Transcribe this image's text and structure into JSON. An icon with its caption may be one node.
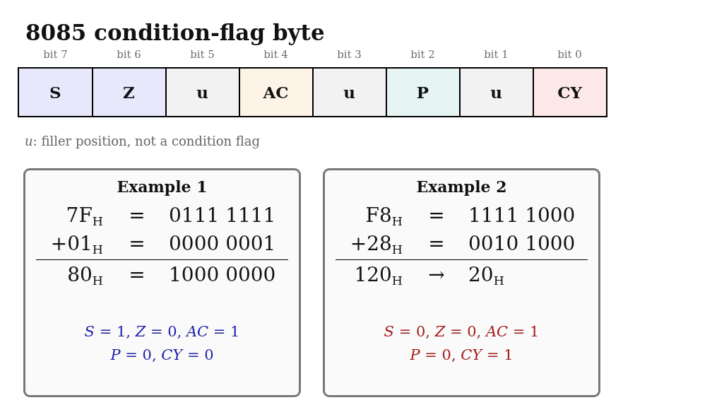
{
  "diagram": {
    "title": "8085 condition-flag byte",
    "nodes": [
      {
        "text": [
          "S"
        ],
        "beside": [
          "bit 7"
        ]
      },
      {
        "text": [
          "Z"
        ],
        "beside": [
          "bit 6"
        ]
      },
      {
        "text": [
          "u"
        ],
        "beside": [
          "bit 5"
        ]
      },
      {
        "text": [
          "AC"
        ],
        "beside": [
          "bit 4"
        ]
      },
      {
        "text": [
          "u"
        ],
        "beside": [
          "bit 3"
        ]
      },
      {
        "text": [
          "P"
        ],
        "beside": [
          "bit 2"
        ]
      },
      {
        "text": [
          "u"
        ],
        "beside": [
          "bit 1"
        ]
      },
      {
        "text": [
          "CY"
        ],
        "beside": [
          "bit 0"
        ]
      },
      {
        "text": [
          "Example 1",
          "7F$_{H}$",
          "=",
          "0111 1111",
          "+01$_{H}$",
          "=",
          "0000 0001",
          "80$_{H}$",
          "=",
          "1000 0000",
          "*S* = 1, *Z* = 0, *AC* = 1",
          "*P* = 0, *CY* = 0"
        ]
      },
      {
        "text": [
          "Example 2",
          "F8$_{H}$",
          "=",
          "1111 1000",
          "+28$_{H}$",
          "=",
          "0010 1000",
          "120$_{H}$",
          "→",
          "20$_{H}$",
          "*S* = 0, *Z* = 0, *AC* = 1",
          "*P* = 0, *CY* = 1"
        ]
      }
    ],
    "edges": [],
    "labels": [
      "*u*: filler position, not a condition flag"
    ]
  }
}
